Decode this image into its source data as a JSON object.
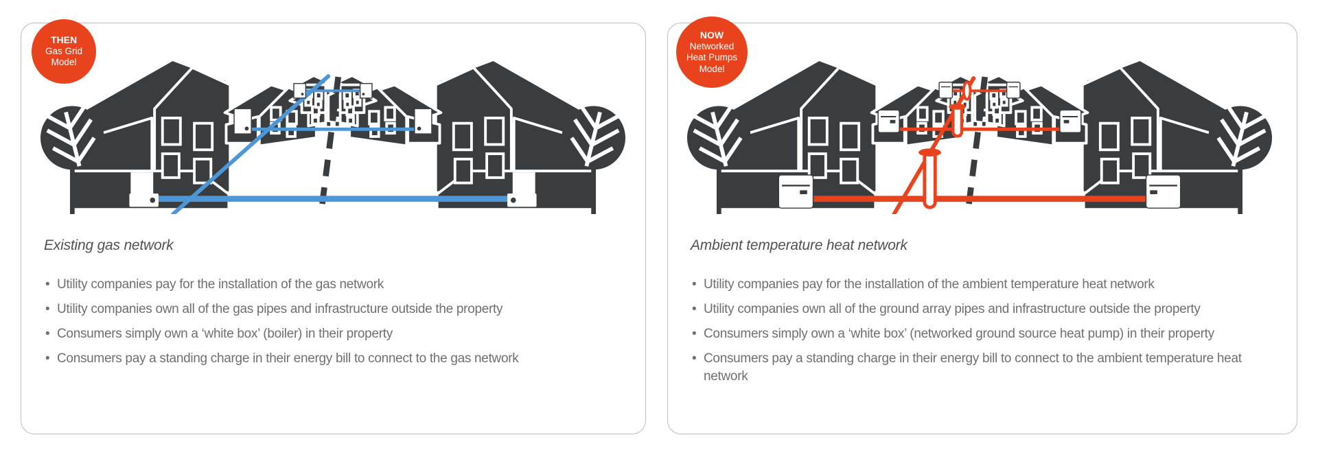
{
  "colors": {
    "dark": "#3a3d40",
    "badge_background": "#e8431c",
    "card_border": "#bcbcbc",
    "heading_text": "#515151",
    "body_text": "#6f6f6f",
    "gas_blue": "#4d96d8",
    "heat_red": "#e8431c",
    "white": "#ffffff"
  },
  "panels": [
    {
      "id": "then",
      "badge_lines": [
        "THEN",
        "Gas Grid",
        "Model"
      ],
      "heading": "Existing gas network",
      "network_color": "#4d96d8",
      "has_boreholes": false,
      "bullets": [
        "Utility companies pay for the installation of the gas network",
        "Utility companies own all of the gas pipes and infrastructure outside the property",
        "Consumers simply own a ‘white box’ (boiler) in their property",
        "Consumers pay a standing charge in their energy bill to connect to the gas network"
      ]
    },
    {
      "id": "now",
      "badge_lines": [
        "NOW",
        "Networked",
        "Heat Pumps",
        "Model"
      ],
      "heading": "Ambient temperature heat network",
      "network_color": "#e8431c",
      "has_boreholes": true,
      "bullets": [
        "Utility companies pay for the installation of the ambient temperature heat network",
        "Utility companies own all of the ground array pipes and infrastructure outside the property",
        "Consumers simply own a ‘white box’ (networked ground source heat pump) in their property",
        "Consumers pay a standing charge in their energy bill to connect to the ambient temperature heat network"
      ]
    }
  ]
}
